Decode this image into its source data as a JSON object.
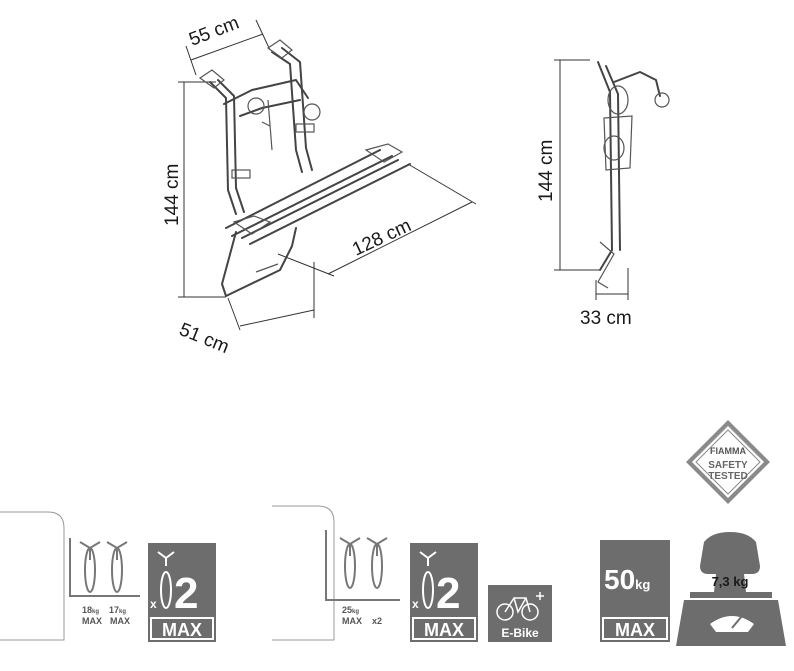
{
  "dimensions": {
    "top_width": "55 cm",
    "height_front": "144 cm",
    "length": "128 cm",
    "base_width": "51 cm",
    "height_side": "144 cm",
    "depth": "33 cm"
  },
  "badge": {
    "brand": "FIAMMA",
    "line1": "SAFETY",
    "line2": "TESTED"
  },
  "icons": {
    "bike1_weight": "18",
    "bike2_weight": "17",
    "unit": "kg",
    "max": "MAX",
    "x2_a": "x",
    "x2_b": "2",
    "ebike_weight": "25",
    "times_two": "x2",
    "ebike_label": "E-Bike",
    "load": "50",
    "self_weight": "7,3 kg"
  },
  "colors": {
    "icon_gray": "#6d6d6d",
    "line": "#333333"
  }
}
